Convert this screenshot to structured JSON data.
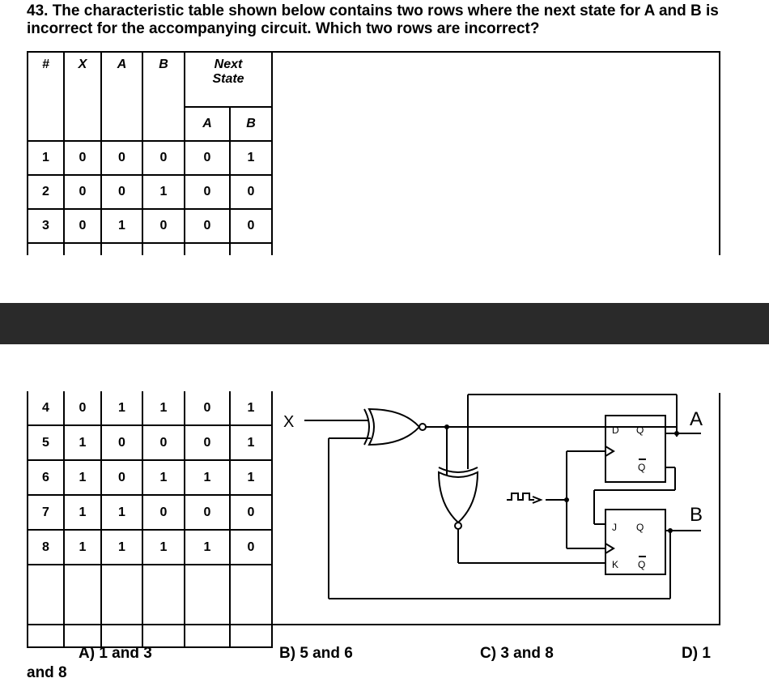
{
  "question": {
    "text": "43. The characteristic table shown below contains two rows where the next state for A and B is incorrect for the accompanying circuit. Which two rows are incorrect?"
  },
  "table": {
    "headers": {
      "num": "#",
      "x": "X",
      "a": "A",
      "b": "B",
      "next_state": "Next State",
      "next_a": "A",
      "next_b": "B"
    },
    "rows_top": [
      {
        "num": "1",
        "x": "0",
        "a": "0",
        "b": "0",
        "na": "0",
        "nb": "1"
      },
      {
        "num": "2",
        "x": "0",
        "a": "0",
        "b": "1",
        "na": "0",
        "nb": "0"
      },
      {
        "num": "3",
        "x": "0",
        "a": "1",
        "b": "0",
        "na": "0",
        "nb": "0"
      }
    ],
    "rows_bottom": [
      {
        "num": "4",
        "x": "0",
        "a": "1",
        "b": "1",
        "na": "0",
        "nb": "1"
      },
      {
        "num": "5",
        "x": "1",
        "a": "0",
        "b": "0",
        "na": "0",
        "nb": "1"
      },
      {
        "num": "6",
        "x": "1",
        "a": "0",
        "b": "1",
        "na": "1",
        "nb": "1"
      },
      {
        "num": "7",
        "x": "1",
        "a": "1",
        "b": "0",
        "na": "0",
        "nb": "0"
      },
      {
        "num": "8",
        "x": "1",
        "a": "1",
        "b": "1",
        "na": "1",
        "nb": "0"
      }
    ]
  },
  "circuit": {
    "input_label": "X",
    "output_a": "A",
    "output_b": "B",
    "dff": {
      "d": "D",
      "q": "Q",
      "qbar": "Q"
    },
    "jkff": {
      "j": "J",
      "k": "K",
      "q": "Q",
      "qbar": "Q"
    }
  },
  "choices": {
    "a": "A) 1 and 3",
    "b": "B) 5 and 6",
    "c": "C) 3 and 8",
    "d": "D) 1",
    "d_wrap": "and 8"
  }
}
